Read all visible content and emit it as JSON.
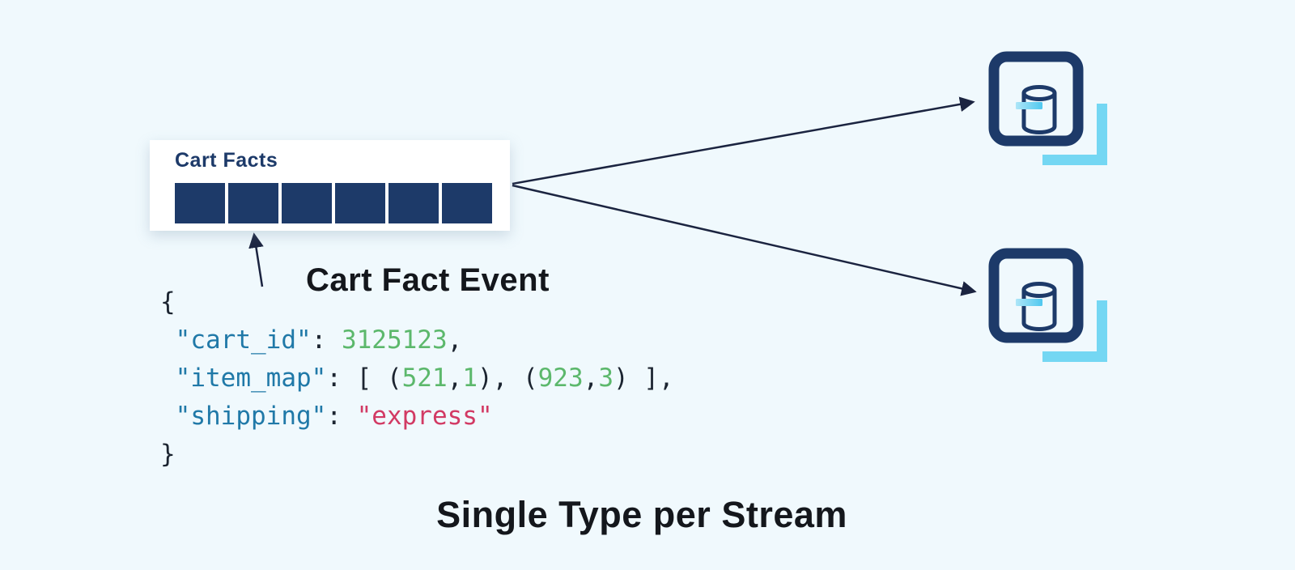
{
  "canvas": {
    "background": "#f0f9fd"
  },
  "stream": {
    "label": "Cart Facts",
    "segment_count": 6
  },
  "event": {
    "title": "Cart Fact Event",
    "code_lines": [
      [
        {
          "text": "{",
          "type": "plain"
        }
      ],
      [
        {
          "text": " ",
          "type": "plain"
        },
        {
          "text": "\"cart_id\"",
          "type": "key"
        },
        {
          "text": ": ",
          "type": "plain"
        },
        {
          "text": "3125123",
          "type": "number"
        },
        {
          "text": ",",
          "type": "plain"
        }
      ],
      [
        {
          "text": " ",
          "type": "plain"
        },
        {
          "text": "\"item_map\"",
          "type": "key"
        },
        {
          "text": ": [ (",
          "type": "plain"
        },
        {
          "text": "521",
          "type": "number"
        },
        {
          "text": ",",
          "type": "plain"
        },
        {
          "text": "1",
          "type": "number"
        },
        {
          "text": "), (",
          "type": "plain"
        },
        {
          "text": "923",
          "type": "number"
        },
        {
          "text": ",",
          "type": "plain"
        },
        {
          "text": "3",
          "type": "number"
        },
        {
          "text": ") ],",
          "type": "plain"
        }
      ],
      [
        {
          "text": " ",
          "type": "plain"
        },
        {
          "text": "\"shipping\"",
          "type": "key"
        },
        {
          "text": ": ",
          "type": "plain"
        },
        {
          "text": "\"express\"",
          "type": "string"
        }
      ],
      [
        {
          "text": "}",
          "type": "plain"
        }
      ]
    ]
  },
  "consumers": [
    {
      "icon": "database"
    },
    {
      "icon": "database"
    }
  ],
  "caption": "Single Type per Stream",
  "colors": {
    "navy": "#1d3a69",
    "light_cyan": "#74d7f3",
    "code_key": "#2079a8",
    "code_number": "#5cb86c",
    "code_string": "#d23a64",
    "code_plain": "#1b2430",
    "arrow": "#1b2440",
    "title_text": "#14171c",
    "card_background": "#ffffff"
  }
}
